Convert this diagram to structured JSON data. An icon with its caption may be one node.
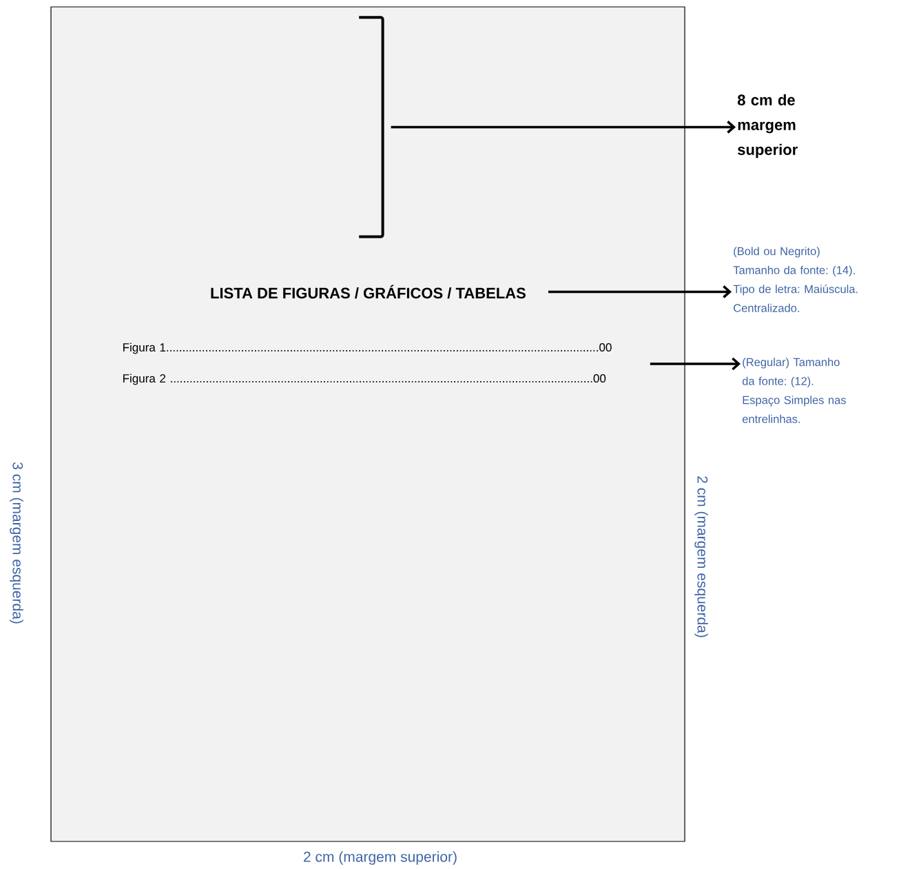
{
  "diagram": {
    "nodes": [
      {
        "text": [],
        "shape": "box"
      },
      {
        "text": [],
        "shape": "bracket",
        "in": 0
      },
      {
        "text": [
          "8 cm de margem superior"
        ]
      },
      {
        "text": [
          "LISTA DE FIGURAS / GRÁFICOS / TABELAS"
        ],
        "in": 0
      },
      {
        "text": [
          "(Bold ou Negrito) Tamanho da fonte: (14). Tipo de letra: Maiúscula. Centralizado."
        ]
      },
      {
        "text": [
          "Figura 1.....................................................................................................................................00",
          "Figura 2 ..................................................................................................................................00"
        ],
        "in": 0
      },
      {
        "text": [
          "(Regular) Tamanho da fonte: (12). Espaço Simples nas entrelinhas."
        ]
      }
    ],
    "edges": [
      {
        "from": 1,
        "to": 2,
        "arrow": "to"
      },
      {
        "from": 3,
        "to": 4,
        "arrow": "to"
      },
      {
        "from": 5,
        "to": 6,
        "arrow": "to"
      }
    ],
    "labels": [
      "3 cm (margem esquerda)",
      "2 cm (margem esquerda)",
      "2 cm (margem superior)"
    ]
  }
}
